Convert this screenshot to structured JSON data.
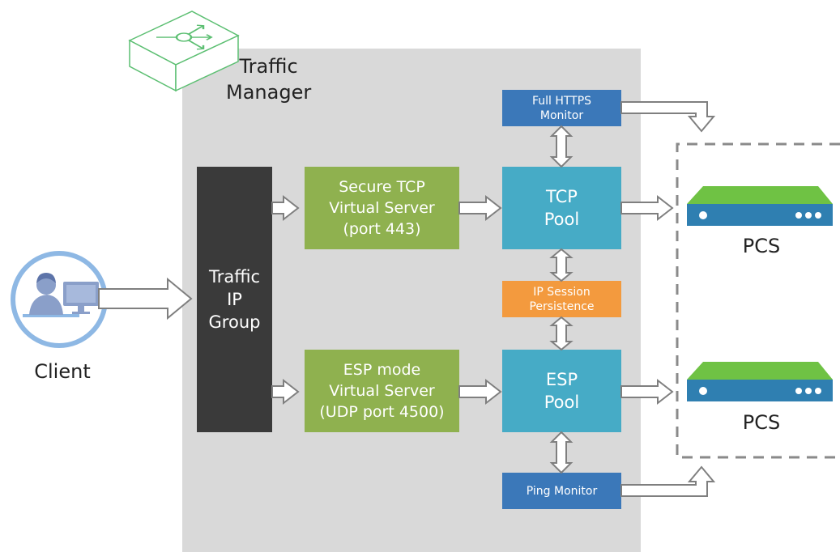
{
  "colors": {
    "panel": "#d9d9d9",
    "group": "#3a3a3a",
    "virtual_server": "#8fb14f",
    "pool": "#46abc6",
    "monitor": "#3b78b9",
    "persistence": "#f39a3e",
    "client_ring": "#8eb8e4",
    "server_body": "#2f7fb1",
    "server_top": "#6fc244",
    "arrow_stroke": "#7f7f7f"
  },
  "traffic_manager": {
    "label": "Traffic\nManager",
    "icon": "traffic-manager-icon"
  },
  "client": {
    "label": "Client",
    "icon": "user-computer-icon"
  },
  "traffic_ip_group": {
    "label": "Traffic\nIP\nGroup"
  },
  "virtual_servers": [
    {
      "label": "Secure TCP\nVirtual Server\n(port 443)"
    },
    {
      "label": "ESP mode\nVirtual Server\n(UDP port 4500)"
    }
  ],
  "pools": [
    {
      "label": "TCP\nPool"
    },
    {
      "label": "ESP\nPool"
    }
  ],
  "monitors": [
    {
      "label": "Full HTTPS\nMonitor"
    },
    {
      "label": "Ping Monitor"
    }
  ],
  "persistence": {
    "label": "IP Session\nPersistence"
  },
  "servers": [
    {
      "label": "PCS",
      "icon": "server-appliance-icon"
    },
    {
      "label": "PCS",
      "icon": "server-appliance-icon"
    }
  ]
}
